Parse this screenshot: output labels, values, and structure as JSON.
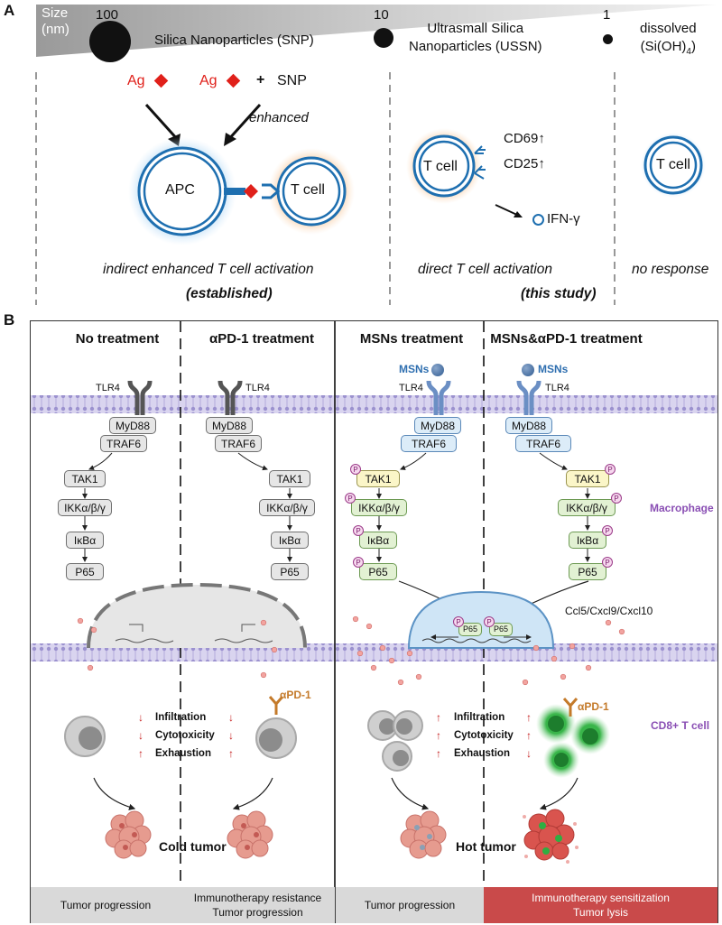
{
  "panel_a": {
    "letter": "A",
    "size_label_line1": "Size",
    "size_label_line2": "(nm)",
    "size_100": "100",
    "size_10": "10",
    "size_1": "1",
    "snp_label": "Silica Nanoparticles (SNP)",
    "ussn_line1": "Ultrasmall Silica",
    "ussn_line2": "Nanoparticles (USSN)",
    "dissolved_line1": "dissolved",
    "dissolved_line2": "(Si(OH)",
    "dissolved_sub": "4",
    "dissolved_close": ")",
    "ag1": "Ag",
    "ag2": "Ag",
    "plus": "+",
    "snp_short": "SNP",
    "enhanced": "enhanced",
    "apc": "APC",
    "tcell_1": "T cell",
    "tcell_2": "T cell",
    "tcell_3": "T cell",
    "cd69": "CD69↑",
    "cd25": "CD25↑",
    "ifn": "IFN-γ",
    "caption_left": "indirect enhanced T cell activation",
    "caption_left_tag": "(established)",
    "caption_mid": "direct T cell activation",
    "caption_mid_tag": "(this study)",
    "caption_right": "no response",
    "colors": {
      "ag_red": "#e0201a",
      "cell_blue": "#1e6fb0",
      "halo_orange": "#f6c79a"
    }
  },
  "panel_b": {
    "letter": "B",
    "headers": [
      "No treatment",
      "αPD-1 treatment",
      "MSNs treatment",
      "MSNs&αPD-1 treatment"
    ],
    "tlr4": "TLR4",
    "msns": "MSNs",
    "myd88": "MyD88",
    "traf6": "TRAF6",
    "tak1": "TAK1",
    "ikk": "IKKα/β/γ",
    "ikba": "IκBα",
    "p65": "P65",
    "p": "P",
    "macrophage": "Macrophage",
    "cd8": "CD8+ T cell",
    "apd1": "αPD-1",
    "chemokines": "Ccl5/Cxcl9/Cxcl10",
    "effects_labels": [
      "Infiltration",
      "Cytotoxicity",
      "Exhaustion"
    ],
    "effects_left": [
      "↓",
      "↓",
      "↑",
      "↓",
      "↓",
      "↑"
    ],
    "effects_right": [
      "↑",
      "↑",
      "↑",
      "↑",
      "↑",
      "↓"
    ],
    "cold_tumor": "Cold tumor",
    "hot_tumor": "Hot tumor",
    "footers": [
      {
        "lines": [
          "Tumor progression"
        ]
      },
      {
        "lines": [
          "Immunotherapy resistance",
          "Tumor progression"
        ]
      },
      {
        "lines": [
          "Tumor progression"
        ]
      },
      {
        "lines": [
          "Immunotherapy sensitization",
          "Tumor lysis"
        ]
      }
    ],
    "colors": {
      "label_purple": "#8a4fb4",
      "footer_grey": "#d9d9d9",
      "footer_red": "#c94a4a",
      "membrane": "#b9b2dd"
    }
  }
}
